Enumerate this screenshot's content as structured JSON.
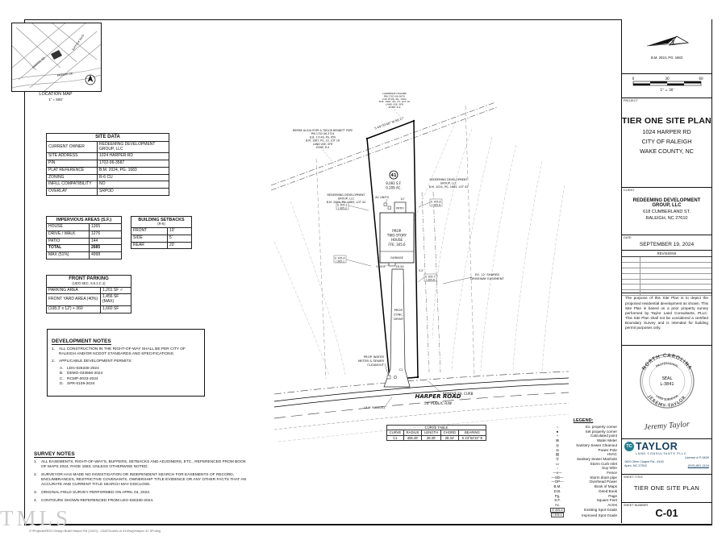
{
  "colors": {
    "accent_teal": "#22808f",
    "accent_navy": "#14405f",
    "paper": "#ffffff"
  },
  "location_map": {
    "caption1": "LOCATION MAP",
    "caption2": "1\" = 500'",
    "streets": [
      "HARPER RD",
      "SUFFOLK BLVD",
      "FAIRWAY DR"
    ]
  },
  "site": {
    "title": "SITE DATA",
    "rows": [
      {
        "label": "CURRENT OWNER",
        "value": "REDEEMING DEVELOPMENT GROUP, LLC"
      },
      {
        "label": "SITE ADDRESS",
        "value": "1024 HARPER RD"
      },
      {
        "label": "PIN",
        "value": "1702-06-3587"
      },
      {
        "label": "PLAT REFERENCE",
        "value": "B.M. 2024, PG. 1683"
      },
      {
        "label": "ZONING",
        "value": "R-6 CU"
      },
      {
        "label": "INFILL COMPATIBILITY",
        "value": "NO"
      },
      {
        "label": "OVERLAY",
        "value": "SRPOD"
      }
    ]
  },
  "imp": {
    "title": "IMPERVIOUS AREAS (S.F.)",
    "rows": [
      {
        "label": "HOUSE",
        "value": "1265"
      },
      {
        "label": "DRIVE / WALK",
        "value": "1276"
      },
      {
        "label": "PATIO",
        "value": "144"
      },
      {
        "label": "TOTAL",
        "value": "2685"
      },
      {
        "label": "MAX (51%)",
        "value": "4998"
      }
    ]
  },
  "setbacks": {
    "title": "BUILDING SETBACKS",
    "subtitle": "(R-6)",
    "rows": [
      {
        "label": "FRONT",
        "value": "10'"
      },
      {
        "label": "SIDE",
        "value": "5'"
      },
      {
        "label": "REAR",
        "value": "20'"
      }
    ]
  },
  "parking": {
    "title": "FRONT PARKING",
    "subtitle": "(UDO SEC. 5.6.1.C.1)",
    "rows": [
      {
        "label": "PARKING AREA",
        "value": "1,201 SF ✓"
      },
      {
        "label": "FRONT YARD AREA (40%)",
        "value": "1,456 SF (MAX)"
      },
      {
        "label": "(108.3' x 12') + 360",
        "value": "1,660 SF"
      }
    ]
  },
  "dev": {
    "title": "DEVELOPMENT NOTES",
    "n1": "1.",
    "t1": "ALL CONSTRUCTION IN THE RIGHT-OF-WAY SHALL BE PER CITY OF RALEIGH AND/OR NCDOT STANDARDS AND SPECIFICATIONS.",
    "n2": "2.",
    "t2": "APPLICABLE DEVELOPMENT PERMITS:",
    "permits": [
      {
        "k": "A.",
        "v": "LDG-026330-2024"
      },
      {
        "k": "B.",
        "v": "DEMO-033566-2024"
      },
      {
        "k": "C.",
        "v": "RCMP-0033-2024"
      },
      {
        "k": "D.",
        "v": "SPR-0109-2024"
      }
    ]
  },
  "survey": {
    "title": "SURVEY NOTES",
    "items": [
      {
        "n": "1.",
        "t": "ALL EASEMENTS, RIGHT-OF-WAY'S, BUFFERS, SETBACKS AND ADJOINERS, ETC., REFERENCED FROM BOOK OF MAPS 2024, PAGE 1683, UNLESS OTHERWISE NOTED."
      },
      {
        "n": "2.",
        "t": "SURVEYOR HAS MADE NO INVESTIGATION OR INDEPENDENT SEARCH FOR EASEMENTS OF RECORD, ENCUMBRANCES, RESTRICTIVE COVENANTS, OWNERSHIP TITLE EVIDENCE OR ANY OTHER FACTS THAT AN ACCURATE AND CURRENT TITLE SEARCH MAY DISCLOSE."
      },
      {
        "n": "3.",
        "t": "ORIGINAL FIELD SURVEY PERFORMED ON APRIL 04, 2023."
      },
      {
        "n": "4.",
        "t": "CONTOURS SHOWN REFERENCED FROM LDG-026330-2024."
      }
    ]
  },
  "drawing": {
    "adj_top": [
      "LAWRENCE HOLDEN",
      "PIN 1702-06-5670",
      "D.B. 8726, PG. 1964",
      "B.M. 1967, PG. 23, LOT 10",
      "LAND USE: SFR",
      "ZONE: R-4"
    ],
    "adj_left": [
      "MERRIE ALICIA POPE & TAYLOR BENNETT POPE",
      "PIN 1702-06-3724",
      "D.B. 17149, PG. 650",
      "B.M. 1967, PG. 23, LOT 16",
      "LAND USE: SFR",
      "ZONE: R-4"
    ],
    "lot40": [
      "REDEEMING DEVELOPMENT",
      "GROUP, LLC",
      "B.M. 2024, PG. 1683, LOT 40"
    ],
    "lot42": [
      "REDEEMING DEVELOPMENT",
      "GROUP, LLC",
      "B.M. 2024, PG. 1683, LOT 42"
    ],
    "bearing_top": "S 44°39'40\" W  69.17'",
    "lot_number": "41",
    "lot_area": "9,093 S.F.",
    "lot_acres": "0.209 AC.",
    "ac_units": "AC UNITS",
    "patio": "PATIO",
    "house": [
      "PROP.",
      "TWO-STORY",
      "HOUSE",
      "FFE: 305.6"
    ],
    "stoop": "STOOP",
    "garage": "GARAGE",
    "drive": [
      "PROP.",
      "CONC.",
      "DRIVE"
    ],
    "easement": [
      "EX. 12' SHARED",
      "DRIVEWAY EASEMENT"
    ],
    "water_meter": [
      "PROP. WATER",
      "METER & SEWER",
      "CLEANOUT"
    ],
    "radius": "(3.5' RADIUS)",
    "remove_curb": "REMOVE EX. CURB",
    "road_name": "HARPER ROAD",
    "road_rw": "50' PUBLIC R/W",
    "dim_12": "12'",
    "dim_1950": "19.50'",
    "dim_52": "5.2'",
    "c1": "C1",
    "spots": [
      [
        "E 305.2",
        "I 305.2"
      ],
      [
        "E 305.8",
        "I 305.9"
      ],
      [
        "E 305.4",
        "I 305.1"
      ],
      [
        "E 305.7",
        "I 305.6"
      ]
    ]
  },
  "curve": {
    "title": "CURVE TABLE",
    "headers": [
      "CURVE",
      "RADIUS",
      "LENGTH",
      "CHORD",
      "BEARING"
    ],
    "row": [
      "C1",
      "406.48'",
      "28.35'",
      "28.34'",
      "S 23°54'32\" E"
    ]
  },
  "legend": {
    "title": "LEGEND:",
    "items": [
      {
        "sym": "○",
        "label": "Ex. property corner"
      },
      {
        "sym": "●",
        "label": "Set property corner"
      },
      {
        "sym": "+",
        "label": "Calculated point"
      },
      {
        "sym": "⊞",
        "label": "Water Meter"
      },
      {
        "sym": "◎",
        "label": "Sanitary Sewer Cleanout"
      },
      {
        "sym": "⊘",
        "label": "Power Pole"
      },
      {
        "sym": "▤",
        "label": "HVAC"
      },
      {
        "sym": "Ⓢ",
        "label": "Sanitary Sewer Manhole"
      },
      {
        "sym": "▭",
        "label": "Storm Curb Inlet"
      },
      {
        "sym": "↓",
        "label": "Guy Wire"
      },
      {
        "sym": "—x—",
        "label": "Fence"
      },
      {
        "sym": "—SD—",
        "label": "Storm drain pipe"
      },
      {
        "sym": "—OP—",
        "label": "Overhead Power"
      },
      {
        "sym": "B.M.",
        "label": "Book of Maps"
      },
      {
        "sym": "D.B.",
        "label": "Deed Book"
      },
      {
        "sym": "Pg.",
        "label": "Page"
      },
      {
        "sym": "S.F.",
        "label": "Square Feet"
      },
      {
        "sym": "Ac.",
        "label": "Acres"
      },
      {
        "sym": "E 305.4",
        "label": "Existing Spot Grade"
      },
      {
        "sym": "I 305.1",
        "label": "Improved Spot Grade"
      }
    ]
  },
  "tb": {
    "bm": "B.M. 2024, PG. 1683",
    "scale_ticks": [
      "0",
      "30",
      "60"
    ],
    "scale_caption": "1\" = 30'",
    "labels": {
      "project": "PROJECT",
      "client": "CLIENT",
      "date": "DATE",
      "revisions": "REVISIONS",
      "sheet_title": "SHEET TITLE",
      "sheet_number": "SHEET NUMBER"
    },
    "project_title": "TIER ONE SITE PLAN",
    "project_lines": [
      "1024 HARPER RD",
      "CITY OF RALEIGH",
      "WAKE COUNTY, NC"
    ],
    "client_name": "REDEEMING DEVELOPMENT GROUP, LLC",
    "client_lines": [
      "618 CUMBERLAND ST.",
      "RALEIGH, NC 27610"
    ],
    "date_value": "SEPTEMBER 19, 2024",
    "purpose": "The purpose of this Site Plan is to depict the proposed residential development as shown.  This Site Plan is based on a prior property survey performed by Taylor Land Consultants, PLLC.  This Site Plan shall not be considered a certified Boundary Survey and is intended for building permit purposes only.",
    "seal": {
      "arc_top": "NORTH CAROLINA",
      "arc_bottom": "JEREMY TAYLOR",
      "inner_top": "PROFESSIONAL",
      "inner_bottom": "LAND SURVEYOR",
      "line1": "SEAL",
      "line2": "L-3841"
    },
    "signature": "Jeremy Taylor",
    "firm": {
      "initials": "TC",
      "name": "TAYLOR",
      "subname": "LAND CONSULTANTS PLLC",
      "license": "License # P-0829",
      "addr1": "1600 Olive Chapel Rd., #140",
      "addr2": "Apex, NC 27502",
      "phone": "(919) 801-1104"
    },
    "sheet_title_value": "TIER ONE SITE PLAN",
    "sheet_number_value": "C-01"
  },
  "footer": {
    "path": "Z:\\Projects\\RDG Design Build Harper Rd (1020) - 23420\\Lots\\Lot 41\\Dwg\\Harper 41 SP.dwg",
    "watermark": "TMLS"
  }
}
